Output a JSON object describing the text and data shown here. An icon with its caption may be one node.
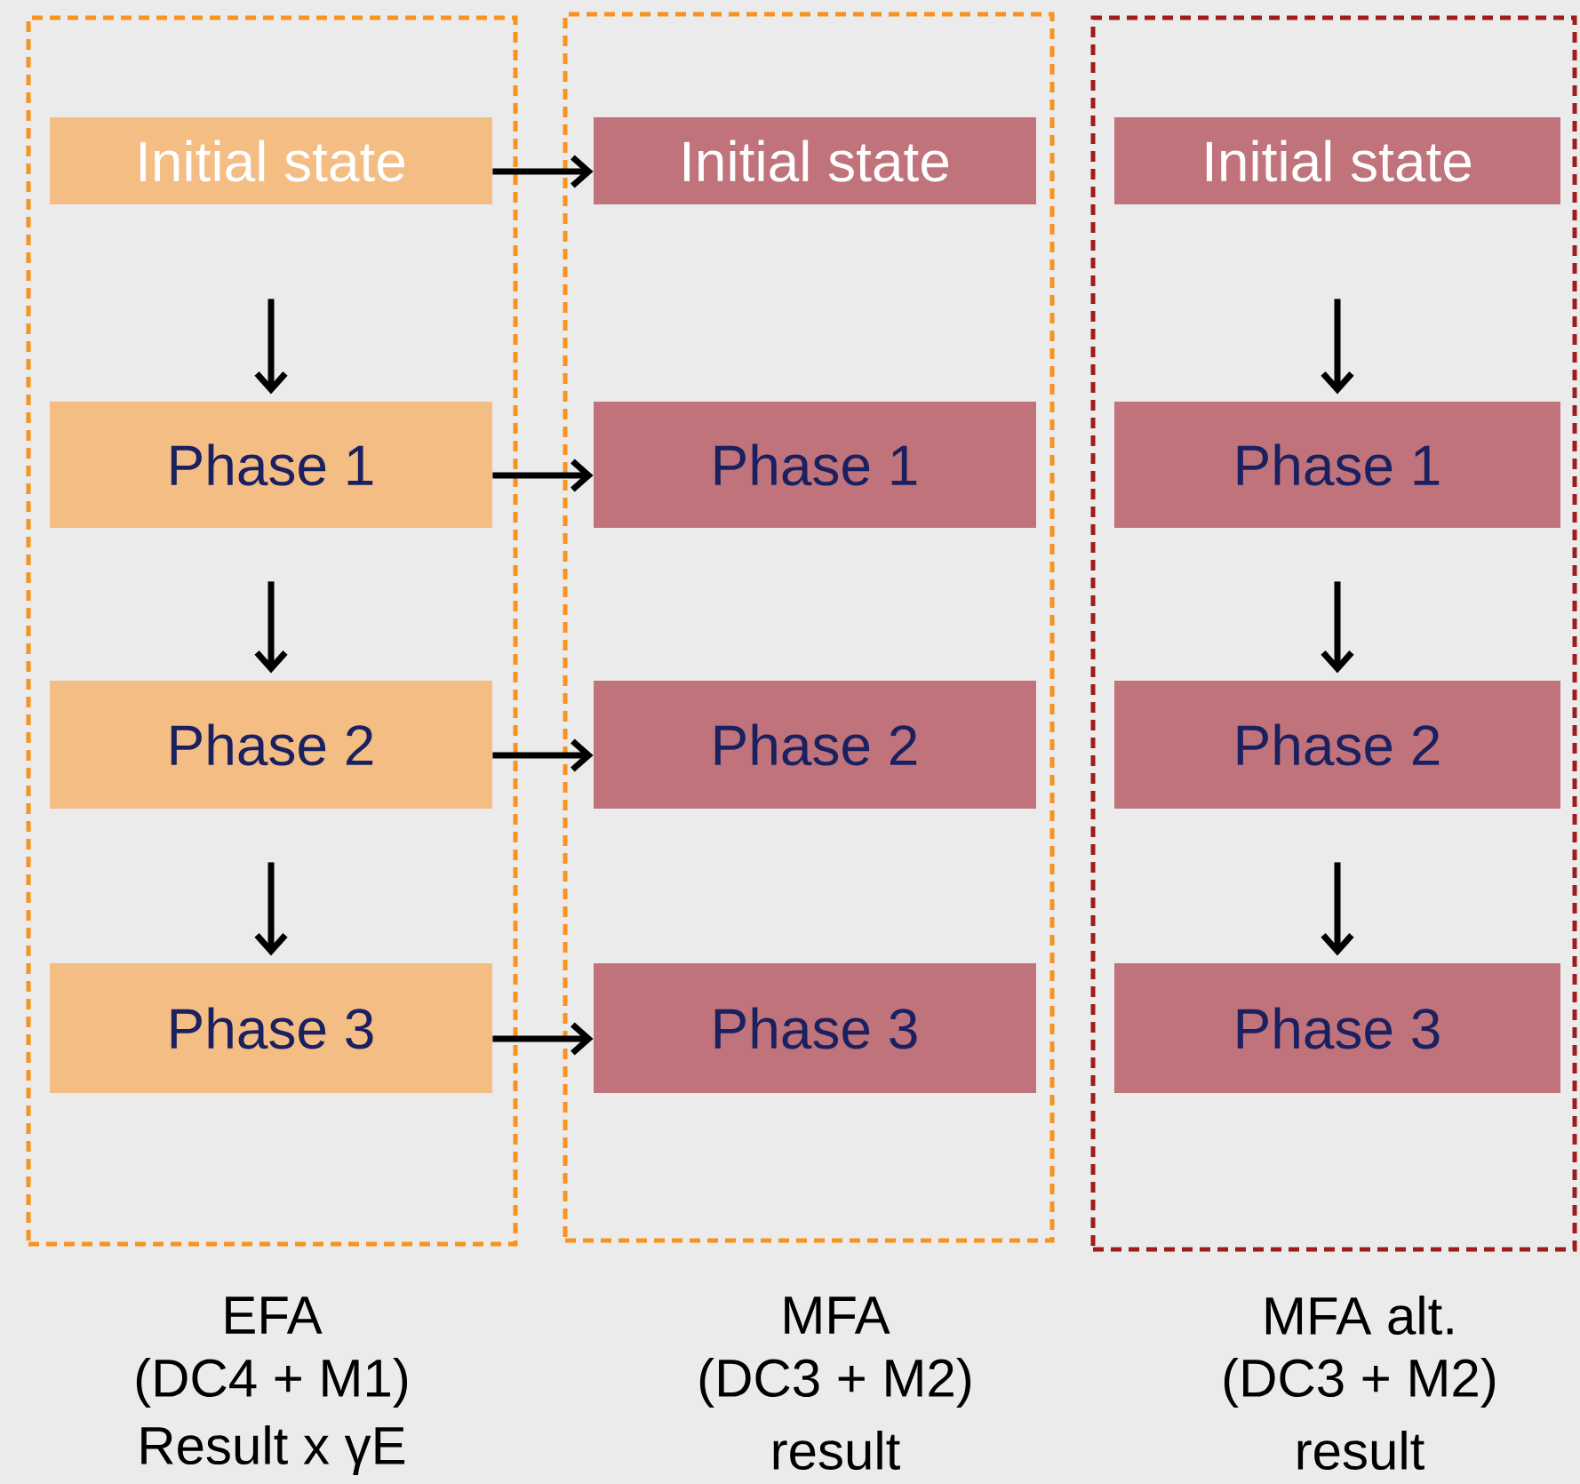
{
  "diagram": {
    "nodes": [
      {
        "text": [
          "EFA",
          "(DC4 + M1)",
          "Result x γE"
        ]
      },
      {
        "text": [
          "Initial state"
        ],
        "in": 0
      },
      {
        "text": [
          "Phase 1"
        ],
        "in": 0
      },
      {
        "text": [
          "Phase 2"
        ],
        "in": 0
      },
      {
        "text": [
          "Phase 3"
        ],
        "in": 0
      },
      {
        "text": [
          "MFA",
          "(DC3 + M2)",
          "result"
        ]
      },
      {
        "text": [
          "Initial state"
        ],
        "in": 5
      },
      {
        "text": [
          "Phase 1"
        ],
        "in": 5
      },
      {
        "text": [
          "Phase 2"
        ],
        "in": 5
      },
      {
        "text": [
          "Phase 3"
        ],
        "in": 5
      },
      {
        "text": [
          "MFA alt.",
          "(DC3 + M2)",
          "result"
        ]
      },
      {
        "text": [
          "Initial state"
        ],
        "in": 10
      },
      {
        "text": [
          "Phase 1"
        ],
        "in": 10
      },
      {
        "text": [
          "Phase 2"
        ],
        "in": 10
      },
      {
        "text": [
          "Phase 3"
        ],
        "in": 10
      }
    ],
    "edges": [
      {
        "from": 1,
        "to": 2,
        "arrow": "to"
      },
      {
        "from": 2,
        "to": 3,
        "arrow": "to"
      },
      {
        "from": 3,
        "to": 4,
        "arrow": "to"
      },
      {
        "from": 11,
        "to": 12,
        "arrow": "to"
      },
      {
        "from": 12,
        "to": 13,
        "arrow": "to"
      },
      {
        "from": 13,
        "to": 14,
        "arrow": "to"
      },
      {
        "from": 1,
        "to": 6,
        "arrow": "to"
      },
      {
        "from": 2,
        "to": 7,
        "arrow": "to"
      },
      {
        "from": 3,
        "to": 8,
        "arrow": "to"
      },
      {
        "from": 4,
        "to": 9,
        "arrow": "to"
      }
    ]
  }
}
